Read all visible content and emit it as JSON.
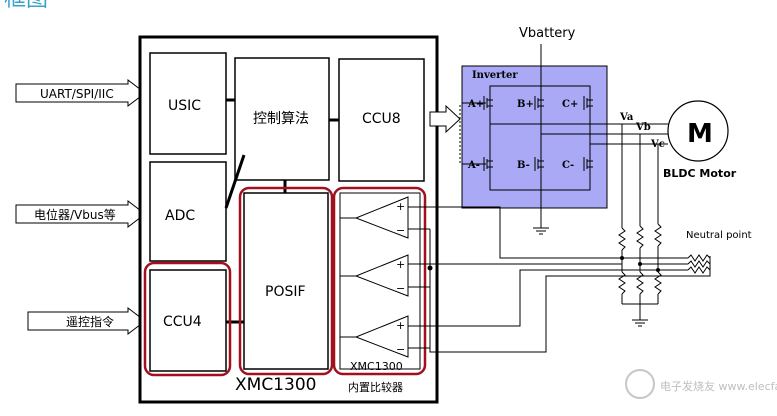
{
  "top_title": "框图",
  "inputs": {
    "uart": "UART/SPI/IIC",
    "pot": "电位器/Vbus等",
    "remote": "遥控指令"
  },
  "blocks": {
    "usic": "USIC",
    "control": "控制算法",
    "ccu8": "CCU8",
    "adc": "ADC",
    "ccu4": "CCU4",
    "posif": "POSIF",
    "mcu_name": "XMC1300",
    "comp_chip": "XMC1300",
    "comp_label": "内置比较器"
  },
  "inverter": {
    "battery": "Vbattery",
    "title": "Inverter",
    "a_plus": "A+",
    "b_plus": "B+",
    "c_plus": "C+",
    "a_minus": "A-",
    "b_minus": "B-",
    "c_minus": "C-"
  },
  "motor": {
    "symbol": "M",
    "name": "BLDC Motor",
    "va": "Va",
    "vb": "Vb",
    "vc": "Vc"
  },
  "neutral_point": "Neutral point",
  "comparator_signs": {
    "plus": "+",
    "minus": "−"
  },
  "watermark": "电子发烧友 www.elecfans.com",
  "colors": {
    "inverter_fill": "#a9a9f5",
    "highlight": "#a0101f",
    "line": "#000000"
  }
}
